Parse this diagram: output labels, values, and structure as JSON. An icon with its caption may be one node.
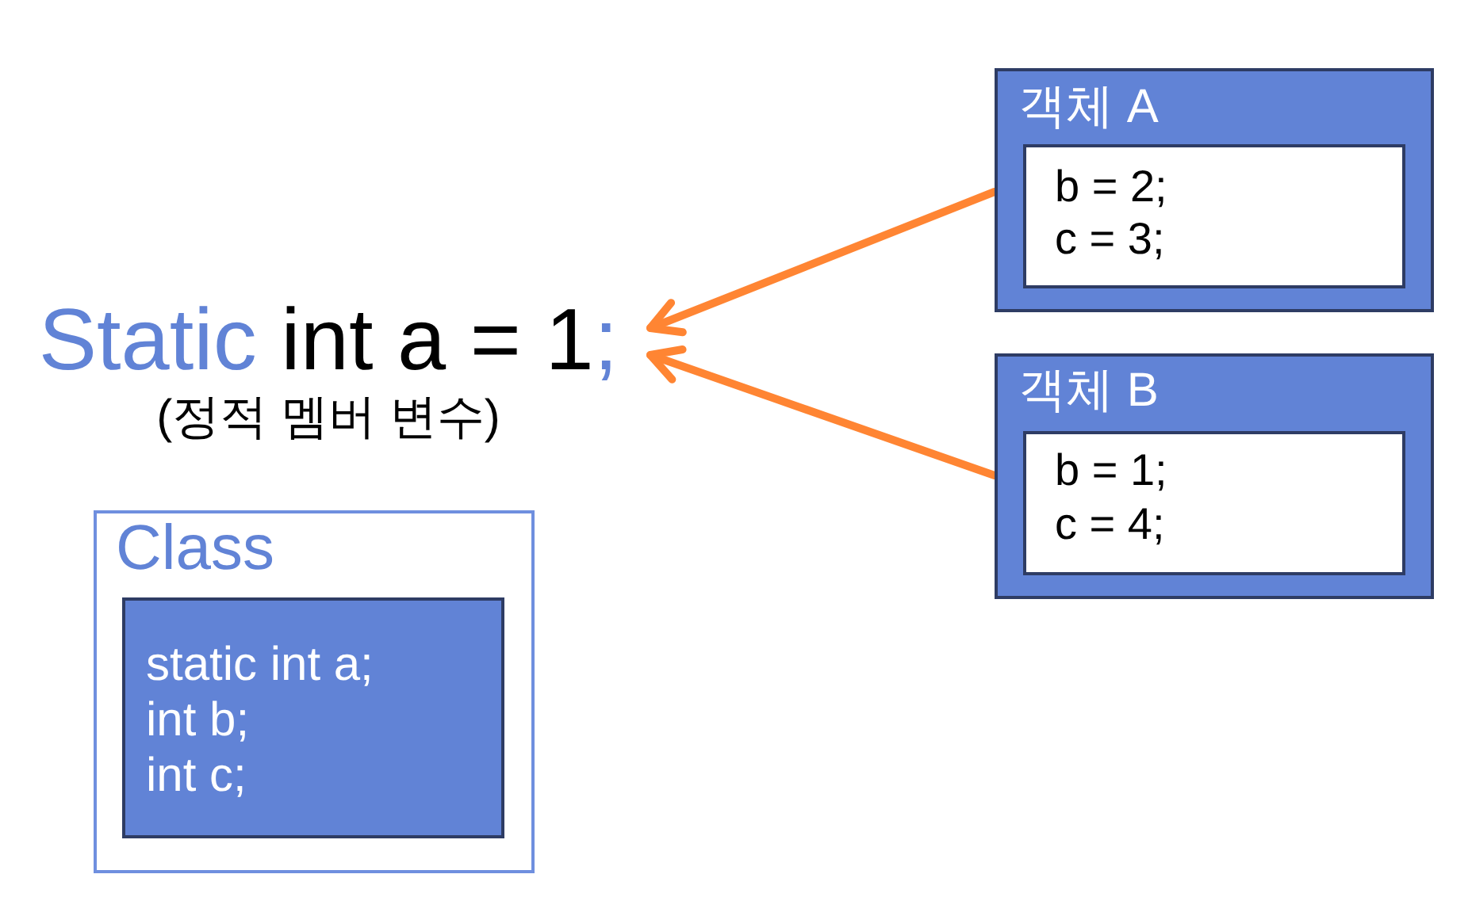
{
  "diagram": {
    "nodes": [
      {
        "text": [
          "Static int a = 1;",
          "(정적 멤버 변수)"
        ]
      },
      {
        "text": [
          "Class"
        ]
      },
      {
        "text": [
          "static int a;",
          "int b;",
          "int c;"
        ],
        "in": 1
      },
      {
        "text": [
          "객체 A"
        ]
      },
      {
        "text": [
          "b = 2;",
          "c = 3;"
        ],
        "in": 3
      },
      {
        "text": [
          "객체 B"
        ]
      },
      {
        "text": [
          "b = 1;",
          "c = 4;"
        ],
        "in": 5
      }
    ],
    "edges": [
      {
        "from": 3,
        "to": 0,
        "arrow": "to"
      },
      {
        "from": 5,
        "to": 0,
        "arrow": "to"
      }
    ]
  }
}
